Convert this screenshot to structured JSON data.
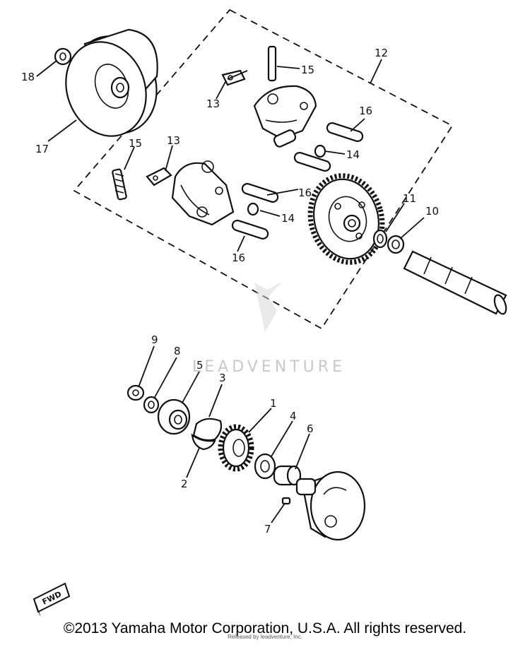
{
  "diagram": {
    "callouts": [
      "18",
      "17",
      "15",
      "13",
      "12",
      "15",
      "13",
      "16",
      "14",
      "16",
      "14",
      "16",
      "11",
      "10",
      "9",
      "8",
      "5",
      "3",
      "1",
      "4",
      "6",
      "2",
      "7"
    ],
    "watermark": "LEADVENTURE",
    "fwd_badge": "FWD"
  },
  "footer": {
    "copyright": "©2013 Yamaha Motor Corporation, U.S.A. All rights reserved.",
    "subnote": "Released by leadventure, Inc."
  }
}
